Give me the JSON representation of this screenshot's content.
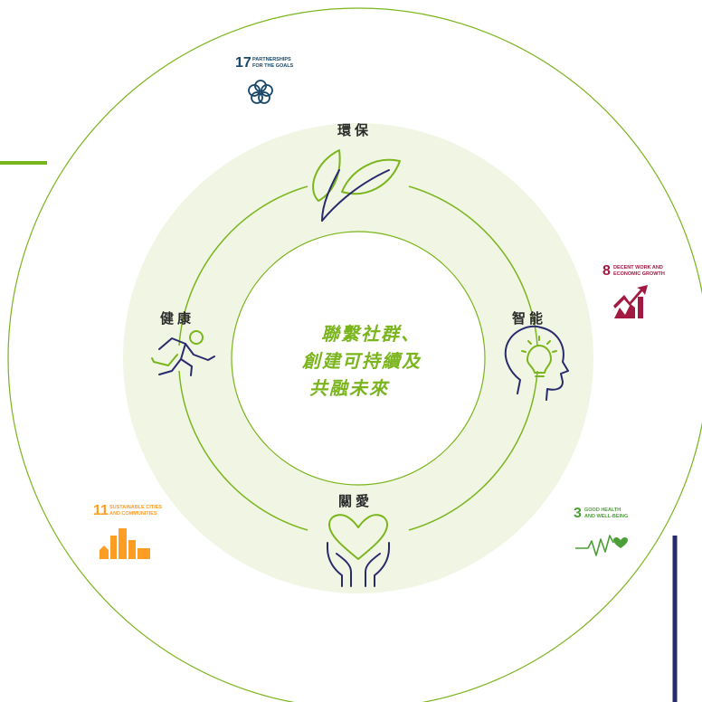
{
  "colors": {
    "green": "#7ab51d",
    "light_green_fill": "#f1f6e4",
    "navy": "#2a2a6e",
    "sdg17": "#19486a",
    "sdg8": "#a21942",
    "sdg11": "#fd9d24",
    "sdg3": "#4c9f38"
  },
  "center": {
    "line1": "聯繫社群、",
    "line2": "創建可持續及",
    "line3": "共融未來"
  },
  "pillars": {
    "environment": {
      "label": "環保",
      "icon": "leaves-icon"
    },
    "smart": {
      "label": "智能",
      "icon": "head-lightbulb-icon"
    },
    "care": {
      "label": "關愛",
      "icon": "hands-heart-icon"
    },
    "health": {
      "label": "健康",
      "icon": "running-person-icon"
    }
  },
  "sdgs": {
    "sdg17": {
      "number": "17",
      "line1": "PARTNERSHIPS",
      "line2": "FOR THE GOALS",
      "icon": "flower-rings-icon"
    },
    "sdg8": {
      "number": "8",
      "line1": "DECENT WORK AND",
      "line2": "ECONOMIC GROWTH",
      "icon": "growth-chart-icon"
    },
    "sdg11": {
      "number": "11",
      "line1": "SUSTAINABLE CITIES",
      "line2": "AND COMMUNITIES",
      "icon": "city-buildings-icon"
    },
    "sdg3": {
      "number": "3",
      "line1": "GOOD HEALTH",
      "line2": "AND WELL-BEING",
      "icon": "heartbeat-icon"
    }
  }
}
